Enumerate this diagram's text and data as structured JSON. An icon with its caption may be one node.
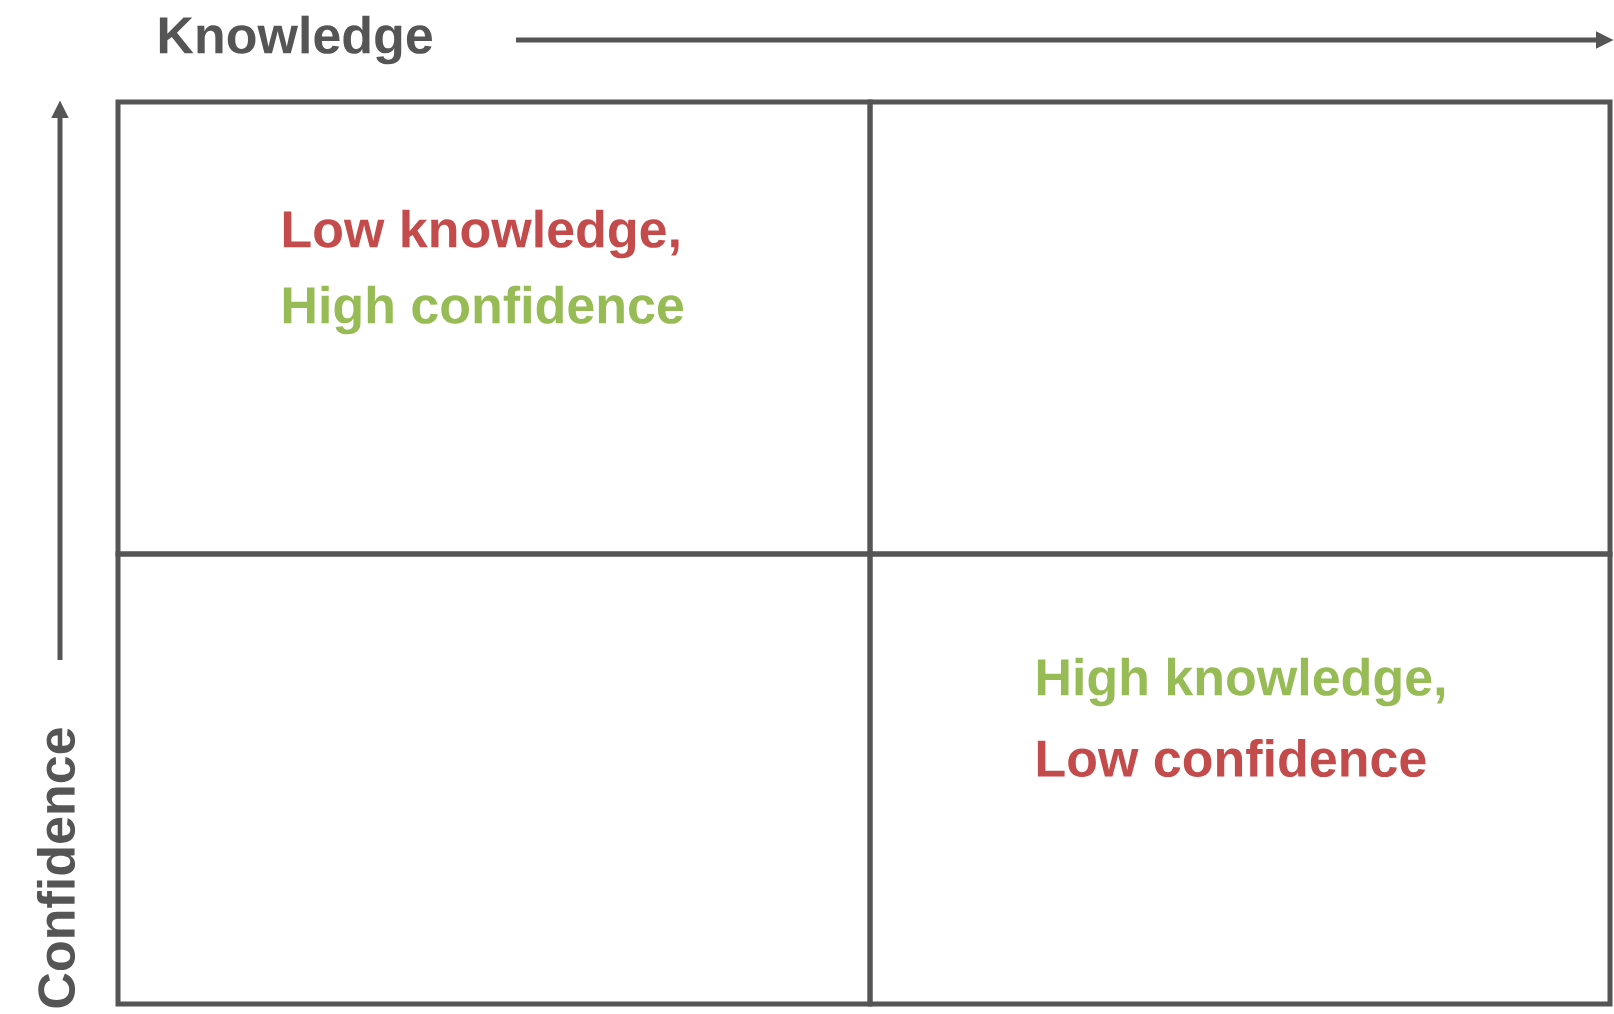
{
  "diagram": {
    "nodes": [
      {
        "text": [
          "Low knowledge,",
          "High confidence"
        ]
      },
      {
        "text": [],
        "shape": "box"
      },
      {
        "text": [],
        "shape": "box"
      },
      {
        "text": [
          "High knowledge,",
          "Low confidence"
        ]
      }
    ],
    "labels": [
      "Knowledge",
      "Confidence"
    ]
  }
}
